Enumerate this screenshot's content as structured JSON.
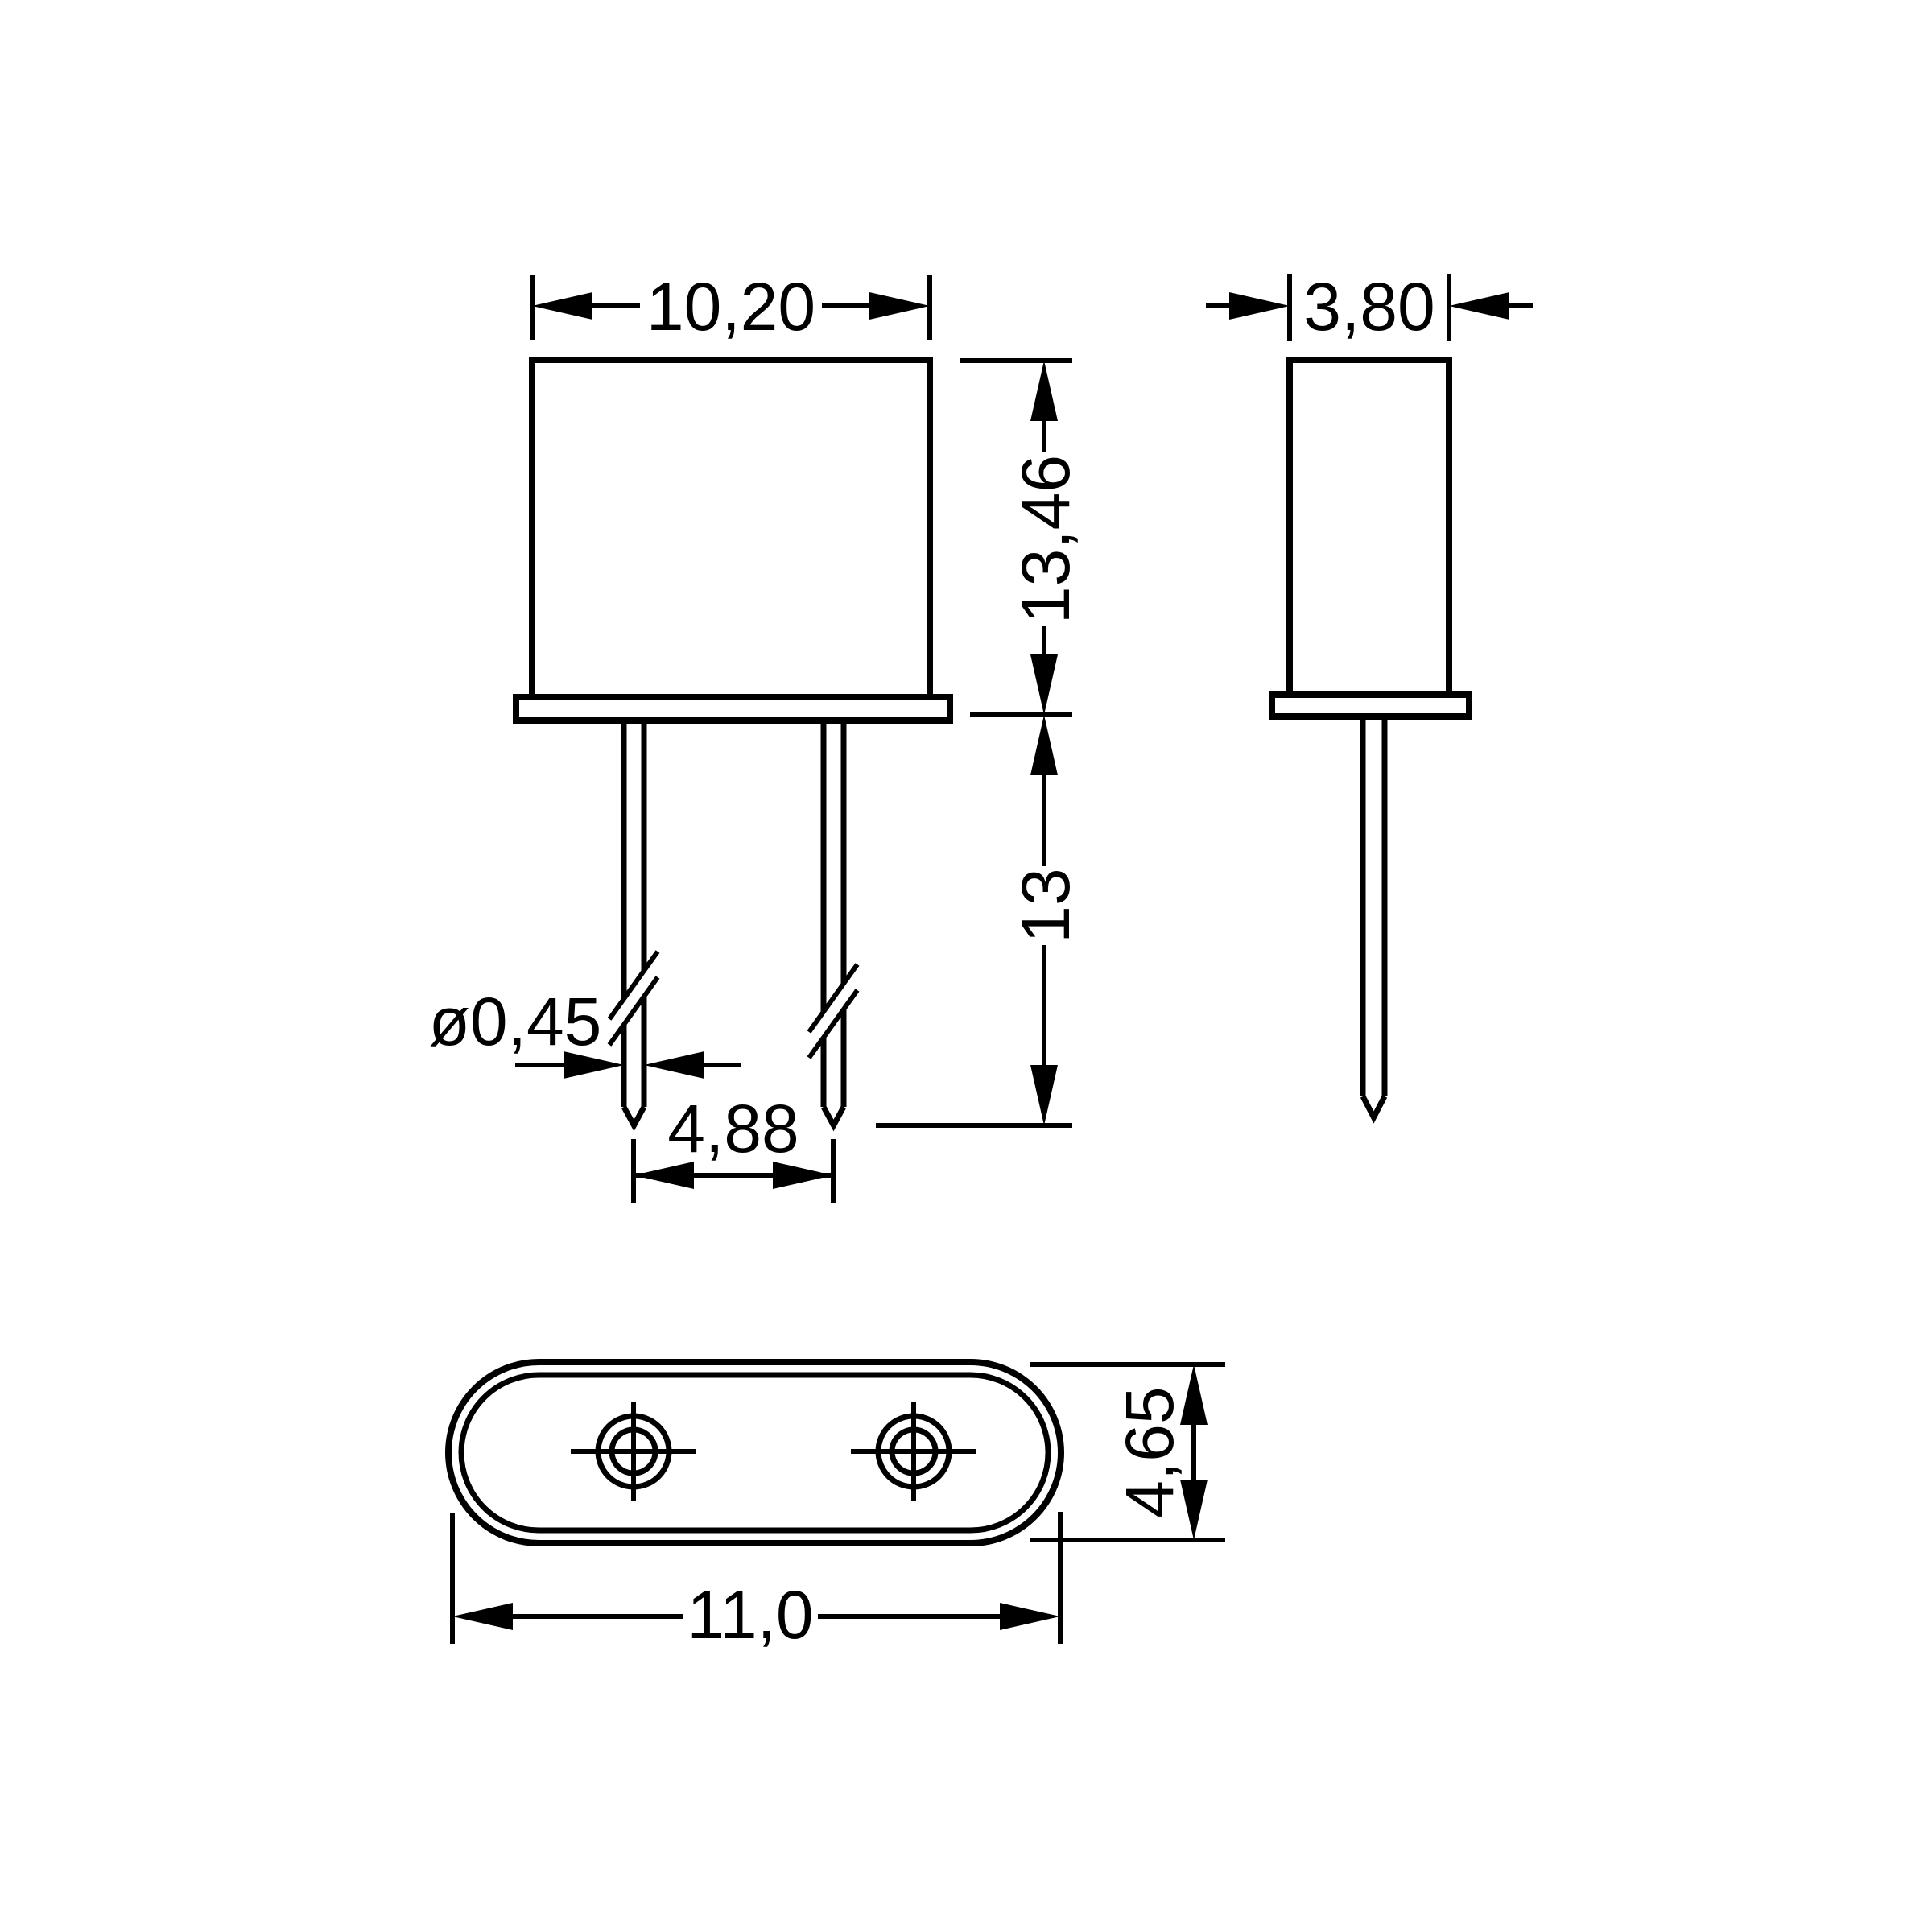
{
  "colors": {
    "line": "#000000",
    "background": "#ffffff"
  },
  "dims": {
    "width": "10,20",
    "depth": "3,80",
    "height": "13,46",
    "lead_length": "13",
    "lead_diameter": "ø0,45",
    "lead_spacing": "4,88",
    "outline_length": "11,0",
    "outline_width": "4,65"
  }
}
